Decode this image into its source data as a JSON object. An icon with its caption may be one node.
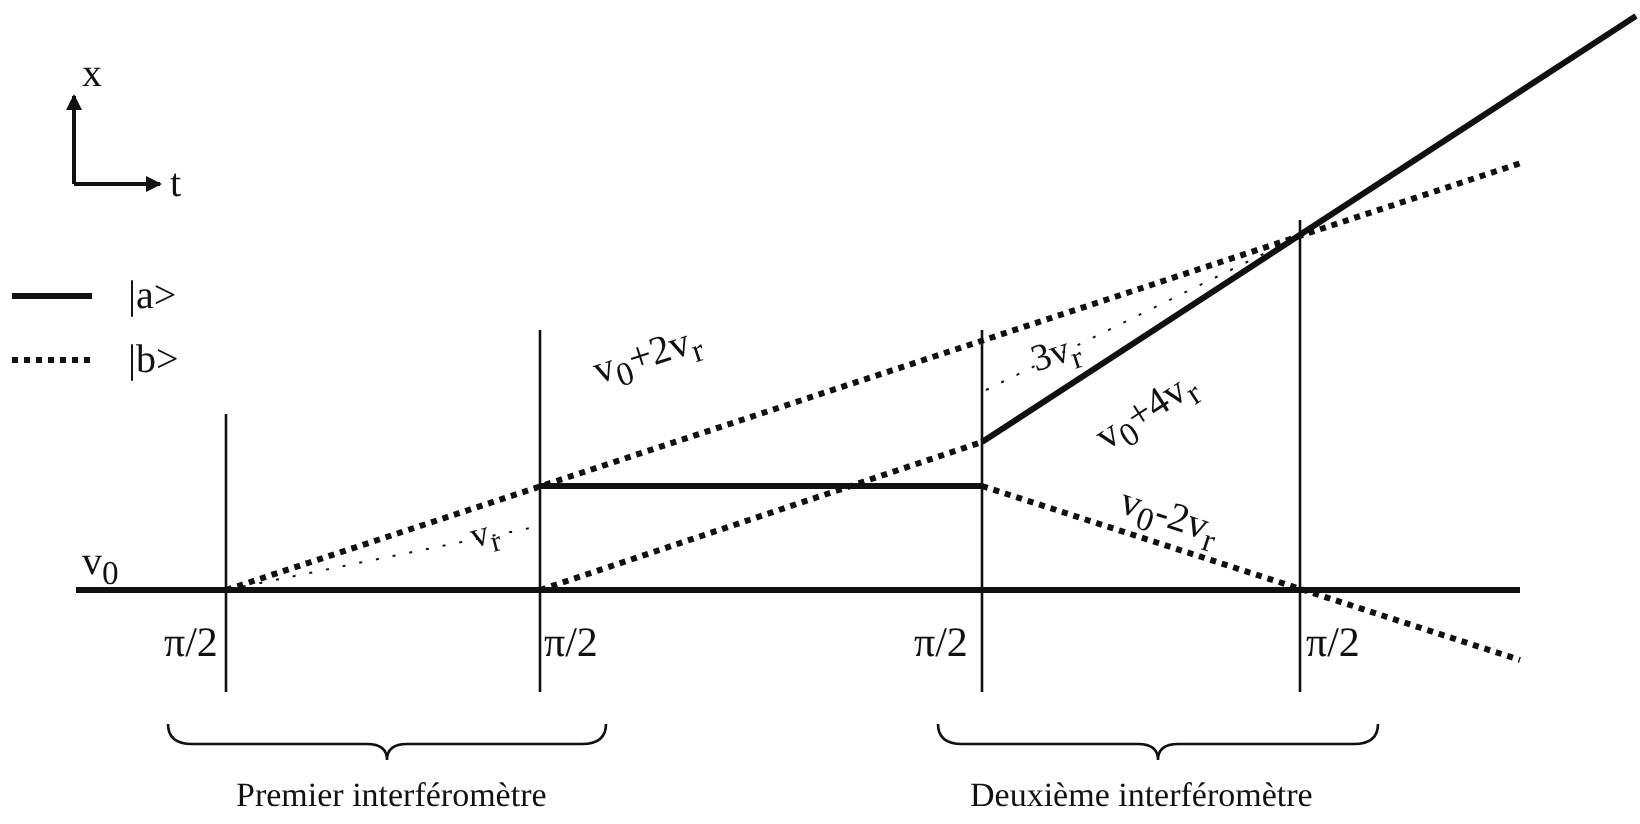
{
  "diagram": {
    "labels": [
      "x",
      "t",
      "v$_{0}$+2v$_{r}$",
      "3v$_{r}$",
      "v$_{0}$+4v$_{r}$",
      "v$_{r}$",
      "v$_{0}$-2v$_{r}$",
      "v$_{0}$",
      "π/2",
      "π/2",
      "π/2",
      "π/2",
      "Premier interféromètre",
      "Deuxième interféromètre"
    ],
    "legend": [
      {
        "text": "|a>"
      },
      {
        "text": "|b>"
      }
    ]
  }
}
